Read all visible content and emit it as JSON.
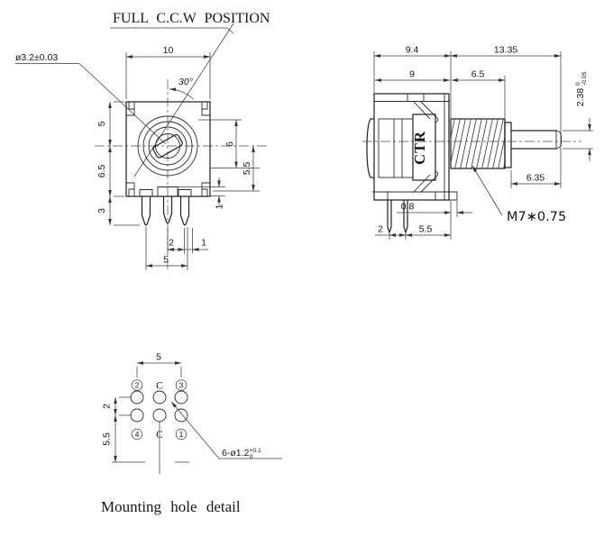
{
  "front_view": {
    "title": "FULL C.C.W POSITION",
    "shaft_diameter_note": "ø3.2±0.03",
    "dims": {
      "width": "10",
      "angle": "30°",
      "left_upper": "5",
      "left_lower": "6.5",
      "pin_length": "3",
      "right_inner": "6",
      "right_outer": "5.5",
      "step": "1",
      "pin_pitch": "2",
      "pin_edge": "1",
      "pin_span": "5"
    }
  },
  "side_view": {
    "marking": "CTR",
    "thread_spec": "M7∗0.75",
    "dims": {
      "body_depth": "9.4",
      "overall_length": "13.35",
      "body_inner": "9",
      "thread_length": "6.5",
      "flat_height": "2.38",
      "flat_tol_upper": "0",
      "flat_tol_lower": "-0.05",
      "flat_length": "6.35",
      "foot_offset": "0.8",
      "pin_pitch": "2",
      "pin_to_face": "5.5"
    }
  },
  "mounting_detail": {
    "caption": "Mounting hole detail",
    "hole_note": {
      "prefix": "6-ø1.2",
      "tol_upper": "+0.1",
      "tol_lower": "0"
    },
    "dims": {
      "hole_span": "5",
      "row_pitch": "2",
      "row_to_base": "5.5"
    },
    "labels": {
      "row1": [
        "2",
        "C",
        "3"
      ],
      "row2": [
        "4",
        "C",
        "1"
      ]
    }
  }
}
